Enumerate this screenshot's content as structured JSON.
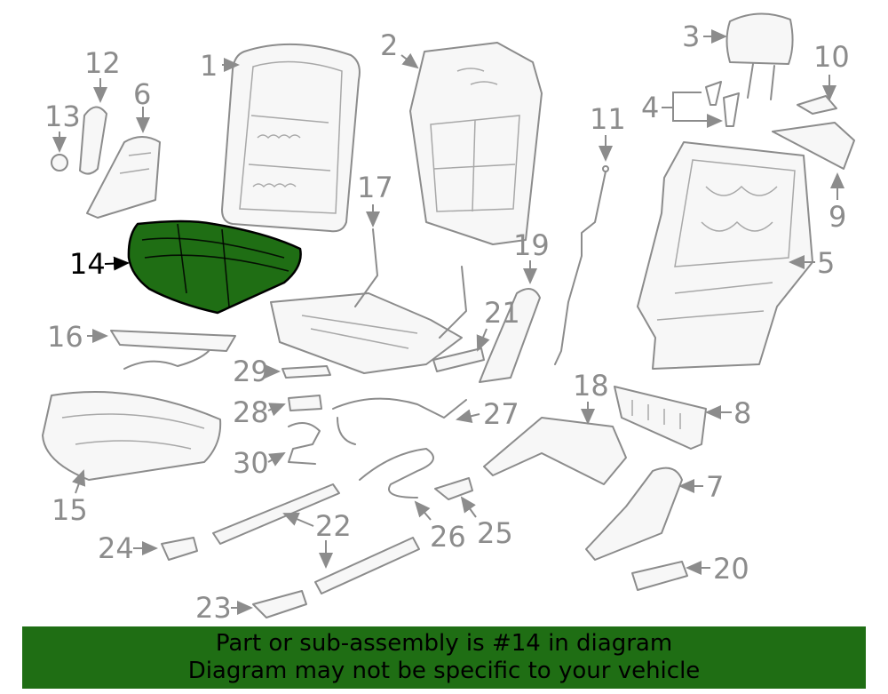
{
  "diagram": {
    "highlighted_part": "14",
    "highlight_color": "#1f6e14",
    "callouts": [
      "1",
      "2",
      "3",
      "4",
      "5",
      "6",
      "7",
      "8",
      "9",
      "10",
      "11",
      "12",
      "13",
      "14",
      "15",
      "16",
      "17",
      "18",
      "19",
      "20",
      "21",
      "22",
      "23",
      "24",
      "25",
      "26",
      "27",
      "28",
      "29",
      "30"
    ]
  },
  "banner": {
    "line1": "Part or sub-assembly is #14 in diagram",
    "line2": "Diagram may not be specific to your vehicle",
    "background": "#1f6e14"
  }
}
